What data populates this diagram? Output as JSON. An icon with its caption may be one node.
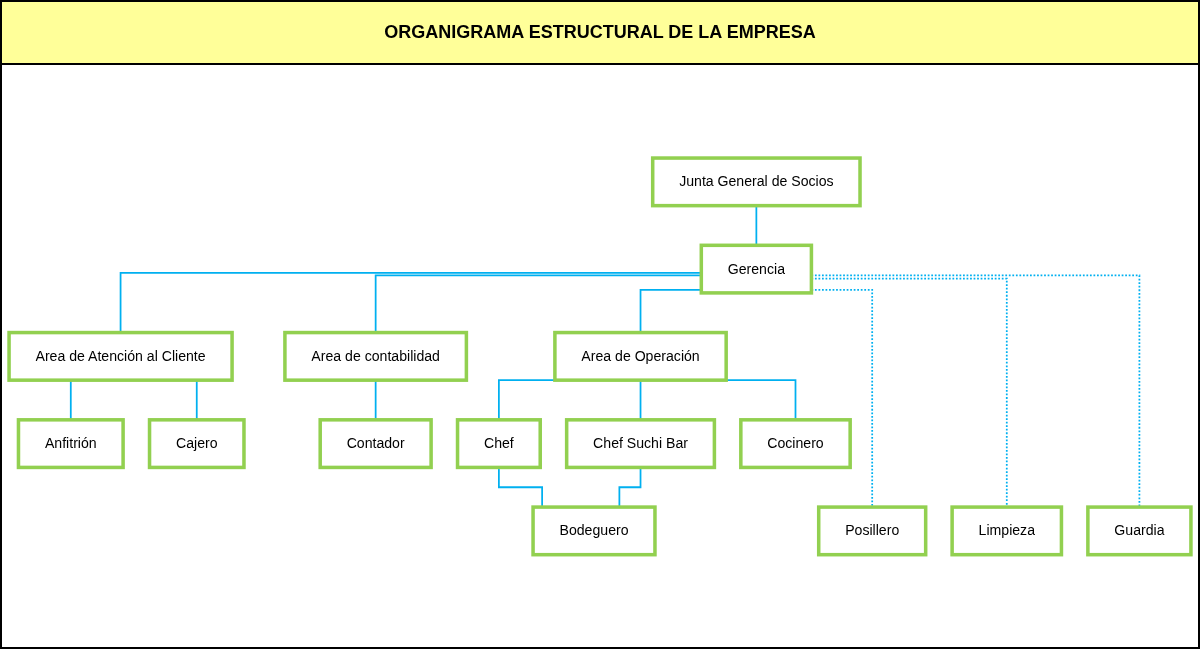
{
  "diagram": {
    "title": "ORGANIGRAMA ESTRUCTURAL DE LA EMPRESA",
    "nodes": [
      {
        "text": [
          "Junta General de Socios"
        ]
      },
      {
        "text": [
          "Gerencia"
        ]
      },
      {
        "text": [
          "Area de Atención al Cliente"
        ]
      },
      {
        "text": [
          "Area de contabilidad"
        ]
      },
      {
        "text": [
          "Area de Operación"
        ]
      },
      {
        "text": [
          "Anfitrión"
        ]
      },
      {
        "text": [
          "Cajero"
        ]
      },
      {
        "text": [
          "Contador"
        ]
      },
      {
        "text": [
          "Chef"
        ]
      },
      {
        "text": [
          "Chef Suchi Bar"
        ]
      },
      {
        "text": [
          "Cocinero"
        ]
      },
      {
        "text": [
          "Posillero"
        ]
      },
      {
        "text": [
          "Limpieza"
        ]
      },
      {
        "text": [
          "Guardia"
        ]
      },
      {
        "text": [
          "Bodeguero"
        ]
      }
    ],
    "edges": [
      {
        "from": 0,
        "to": 1,
        "arrow": "none"
      },
      {
        "from": 1,
        "to": 2,
        "arrow": "none"
      },
      {
        "from": 1,
        "to": 3,
        "arrow": "none"
      },
      {
        "from": 1,
        "to": 4,
        "arrow": "none"
      },
      {
        "from": 2,
        "to": 5,
        "arrow": "none"
      },
      {
        "from": 2,
        "to": 6,
        "arrow": "none"
      },
      {
        "from": 3,
        "to": 7,
        "arrow": "none"
      },
      {
        "from": 4,
        "to": 8,
        "arrow": "none"
      },
      {
        "from": 4,
        "to": 9,
        "arrow": "none"
      },
      {
        "from": 4,
        "to": 10,
        "arrow": "none"
      },
      {
        "from": 1,
        "to": 11,
        "arrow": "none",
        "style": "dashed"
      },
      {
        "from": 1,
        "to": 12,
        "arrow": "none",
        "style": "dashed"
      },
      {
        "from": 1,
        "to": 13,
        "arrow": "none",
        "style": "dashed"
      },
      {
        "from": 8,
        "to": 14,
        "arrow": "none"
      },
      {
        "from": 9,
        "to": 14,
        "arrow": "none"
      }
    ]
  }
}
